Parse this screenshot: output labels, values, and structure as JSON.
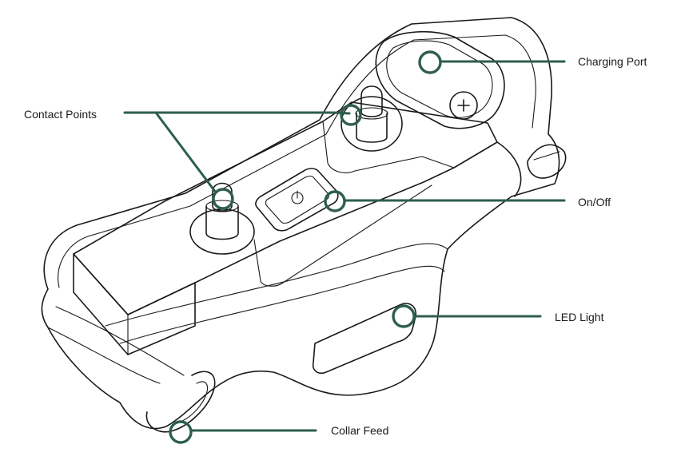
{
  "diagram": {
    "callouts": {
      "charging_port": "Charging Port",
      "contact_points": "Contact Points",
      "on_off": "On/Off",
      "led_light": "LED Light",
      "collar_feed": "Collar Feed"
    },
    "colors": {
      "leader": "#2e5e4e",
      "outline": "#1a1a1a",
      "background": "#ffffff"
    }
  }
}
